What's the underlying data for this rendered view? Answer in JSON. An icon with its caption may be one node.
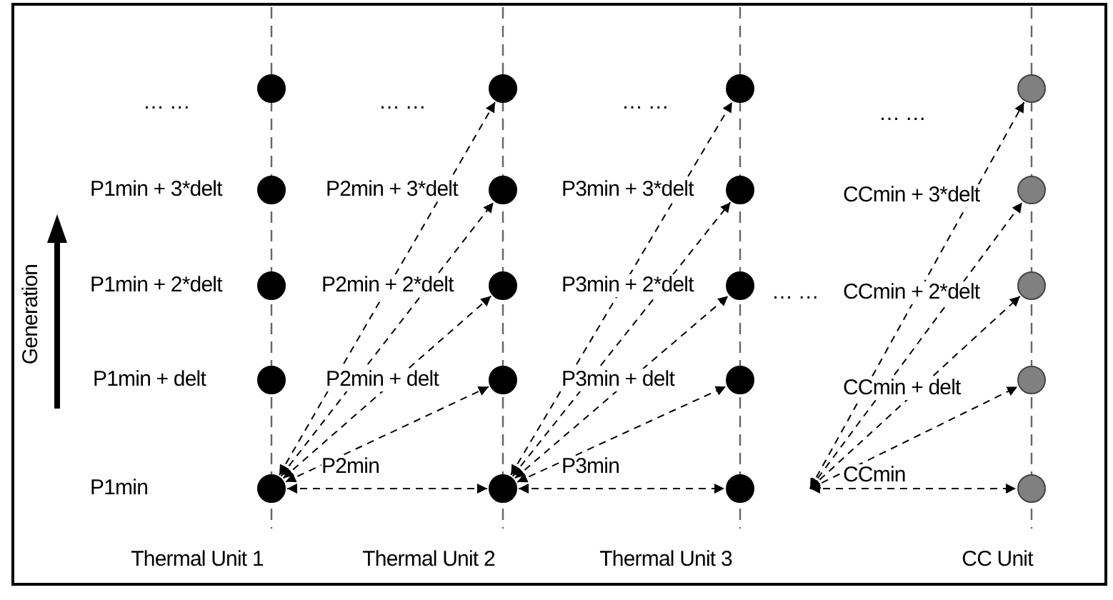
{
  "diagram": {
    "nodes": [
      {
        "text": [],
        "shape": "circle"
      },
      {
        "text": [],
        "shape": "circle",
        "beside": [
          "P1min + 3*delt"
        ]
      },
      {
        "text": [],
        "shape": "circle",
        "beside": [
          "P1min + 2*delt"
        ]
      },
      {
        "text": [],
        "shape": "circle",
        "beside": [
          "P1min + delt"
        ]
      },
      {
        "text": [],
        "shape": "circle"
      },
      {
        "text": [],
        "shape": "circle"
      },
      {
        "text": [],
        "shape": "circle",
        "beside": [
          "P2min + 3*delt"
        ]
      },
      {
        "text": [],
        "shape": "circle",
        "beside": [
          "P2min + 2*delt"
        ]
      },
      {
        "text": [],
        "shape": "circle",
        "beside": [
          "P2min + delt"
        ]
      },
      {
        "text": [],
        "shape": "circle"
      },
      {
        "text": [],
        "shape": "circle"
      },
      {
        "text": [],
        "shape": "circle",
        "beside": [
          "P3min + 3*delt"
        ]
      },
      {
        "text": [],
        "shape": "circle",
        "beside": [
          "P3min + 2*delt"
        ]
      },
      {
        "text": [],
        "shape": "circle",
        "beside": [
          "P3min + delt"
        ]
      },
      {
        "text": [],
        "shape": "circle"
      },
      {
        "text": [],
        "shape": "circle"
      },
      {
        "text": [],
        "shape": "circle",
        "beside": [
          "CCmin + 3*delt"
        ]
      },
      {
        "text": [],
        "shape": "circle",
        "beside": [
          "CCmin + 2*delt"
        ]
      },
      {
        "text": [],
        "shape": "circle",
        "beside": [
          "CCmin + delt"
        ]
      },
      {
        "text": [],
        "shape": "circle"
      }
    ],
    "edges": [
      {
        "from": 4,
        "to": 5,
        "arrow": "both",
        "style": "dashed"
      },
      {
        "from": 4,
        "to": 6,
        "arrow": "both",
        "style": "dashed"
      },
      {
        "from": 4,
        "to": 7,
        "arrow": "both",
        "style": "dashed"
      },
      {
        "from": 4,
        "to": 8,
        "arrow": "both",
        "style": "dashed"
      },
      {
        "from": 4,
        "to": 9,
        "label": "P2min",
        "arrow": "both",
        "style": "dashed"
      },
      {
        "from": 9,
        "to": 10,
        "arrow": "both",
        "style": "dashed"
      },
      {
        "from": 9,
        "to": 11,
        "arrow": "both",
        "style": "dashed"
      },
      {
        "from": 9,
        "to": 12,
        "arrow": "both",
        "style": "dashed"
      },
      {
        "from": 9,
        "to": 13,
        "arrow": "both",
        "style": "dashed"
      },
      {
        "from": 9,
        "to": 14,
        "label": "P3min",
        "arrow": "both",
        "style": "dashed"
      },
      {
        "from": null,
        "to": 15,
        "arrow": "both",
        "style": "dashed"
      },
      {
        "from": null,
        "to": 16,
        "arrow": "both",
        "style": "dashed"
      },
      {
        "from": null,
        "to": 17,
        "arrow": "both",
        "style": "dashed"
      },
      {
        "from": null,
        "to": 18,
        "arrow": "both",
        "style": "dashed"
      },
      {
        "from": null,
        "to": 19,
        "label": "CCmin",
        "arrow": "both",
        "style": "dashed"
      }
    ],
    "labels": [
      "… …",
      "… …",
      "… …",
      "… …",
      "Generation",
      "P1min",
      "… …",
      "Thermal Unit 1",
      "Thermal Unit 2",
      "Thermal Unit 3",
      "CC Unit"
    ]
  }
}
